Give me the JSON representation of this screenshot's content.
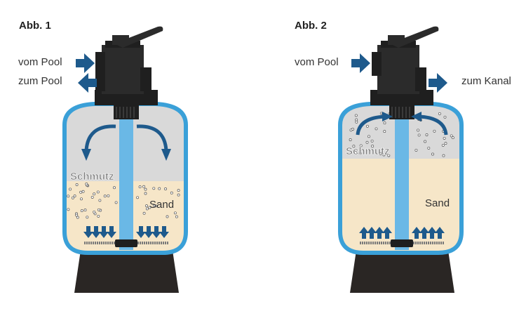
{
  "figure1": {
    "title": "Abb. 1",
    "inlet_label": "vom Pool",
    "outlet_label": "zum Pool",
    "dirt_label": "Schmutz",
    "sand_label": "Sand"
  },
  "figure2": {
    "title": "Abb. 2",
    "inlet_label": "vom Pool",
    "outlet_label": "zum Kanal",
    "dirt_label": "Schmutz",
    "sand_label": "Sand"
  },
  "colors": {
    "arrow_blue": "#1e5a8c",
    "tank_outline": "#3aa0d8",
    "pipe_blue": "#6ab8e6",
    "sand": "#f6e6c8",
    "water_grey": "#d9d9d9",
    "valve_dark": "#2b2b2b",
    "base_dark": "#2a2624"
  },
  "icons": {
    "flow_in": "arrow-right-icon",
    "flow_out_left": "arrow-left-icon",
    "flow_out_right": "arrow-right-icon",
    "flow_down": "arrow-down-icon",
    "flow_up": "arrow-up-icon"
  }
}
